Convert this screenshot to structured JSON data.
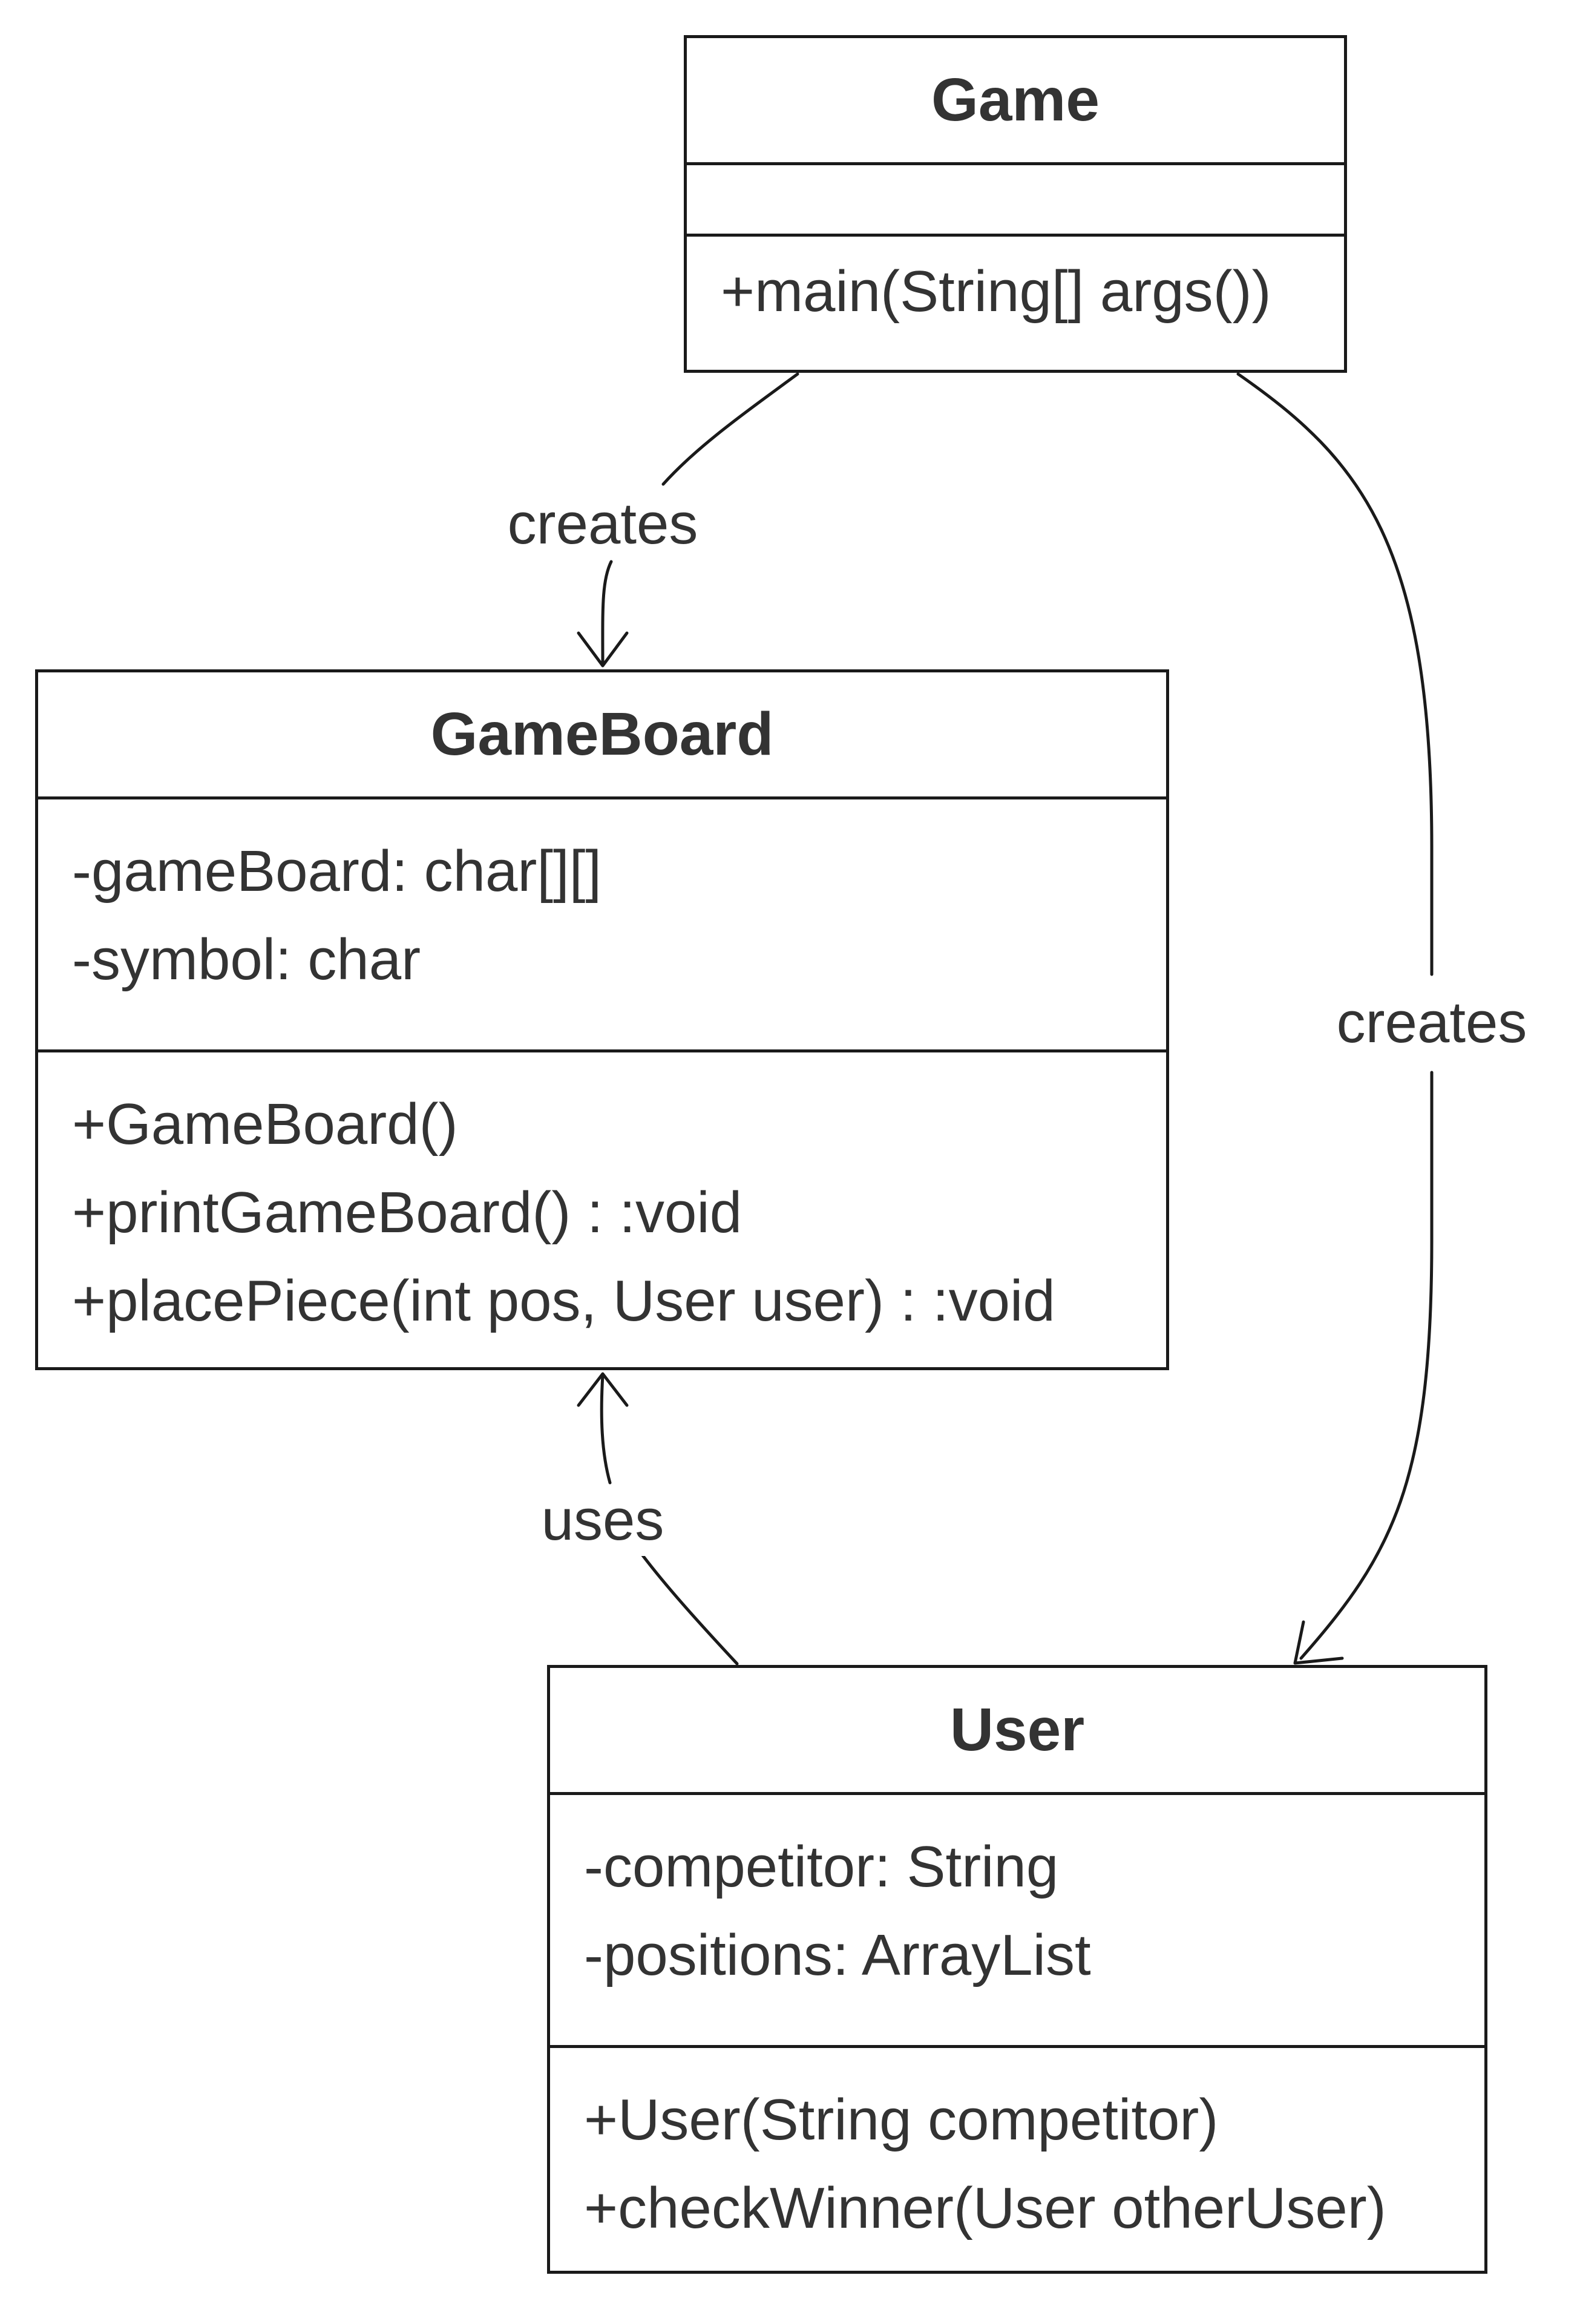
{
  "classes": {
    "game": {
      "name": "Game",
      "attributes": [],
      "operations": [
        "+main(String[] args())"
      ]
    },
    "gameboard": {
      "name": "GameBoard",
      "attributes": [
        "-gameBoard: char[][]",
        "-symbol: char"
      ],
      "operations": [
        "+GameBoard()",
        "+printGameBoard() : :void",
        "+placePiece(int pos, User user) : :void"
      ]
    },
    "user": {
      "name": "User",
      "attributes": [
        "-competitor: String",
        "-positions: ArrayList"
      ],
      "operations": [
        "+User(String competitor)",
        "+checkWinner(User otherUser)"
      ]
    }
  },
  "relationships": [
    {
      "from": "Game",
      "to": "GameBoard",
      "label": "creates"
    },
    {
      "from": "Game",
      "to": "User",
      "label": "creates"
    },
    {
      "from": "User",
      "to": "GameBoard",
      "label": "uses"
    }
  ]
}
